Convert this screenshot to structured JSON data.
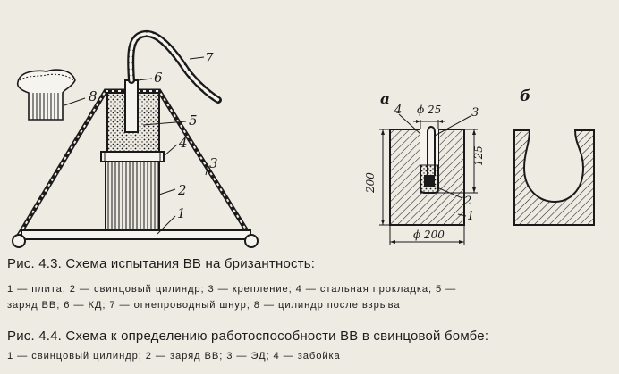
{
  "figure_4_3": {
    "labels": {
      "plate": "1",
      "lead_cylinder": "2",
      "mount": "3",
      "steel_washer": "4",
      "charge": "5",
      "detonator": "6",
      "fuse": "7",
      "cylinder_after": "8"
    },
    "caption": "Рис. 4.3. Схема испытания ВВ на бризантность:",
    "legend_line1": "1 — плита; 2 — свинцовый цилиндр; 3 — крепление; 4 — стальная прокладка; 5 —",
    "legend_line2": "заряд ВВ; 6 — КД; 7 — огнепроводный шнур; 8 — цилиндр после взрыва"
  },
  "figure_4_4": {
    "panel_a": "а",
    "panel_b": "б",
    "labels": {
      "stemming": "4",
      "ed": "3",
      "charge": "2",
      "lead_cylinder": "1"
    },
    "dims": {
      "hole_diameter": "ϕ 25",
      "hole_depth": "125",
      "height": "200",
      "diameter": "ϕ 200"
    },
    "caption": "Рис. 4.4. Схема к определению работоспособности ВВ в свинцовой бомбе:",
    "legend_line1": "1 — свинцовый цилиндр; 2 — заряд ВВ; 3 — ЭД; 4 — забойка"
  }
}
